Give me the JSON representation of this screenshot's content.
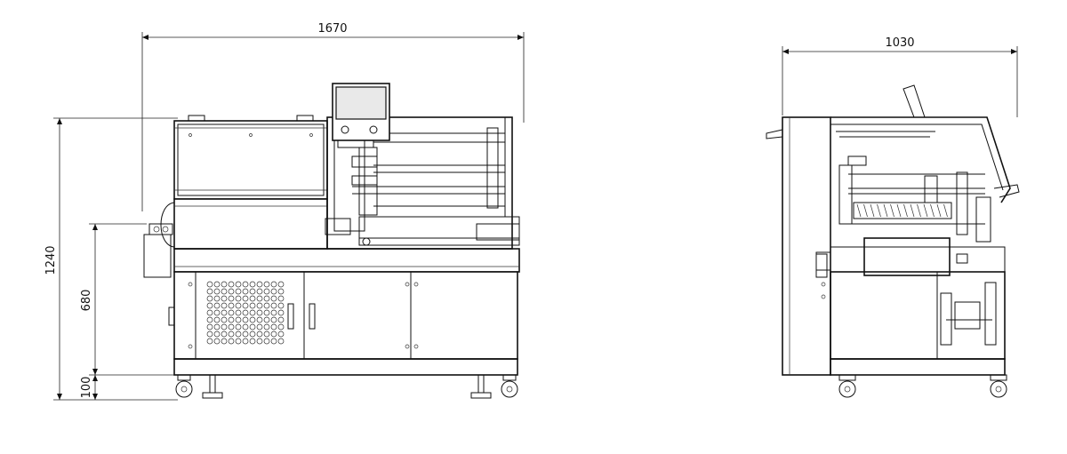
{
  "dimensions": {
    "front_width": "1670",
    "side_depth": "1030",
    "total_height": "1240",
    "work_height": "680",
    "base_height": "100"
  },
  "views": {
    "front": "front-elevation",
    "side": "side-elevation"
  },
  "colors": {
    "line": "#111111",
    "screen_fill": "#e9e9e9",
    "background": "#ffffff"
  }
}
